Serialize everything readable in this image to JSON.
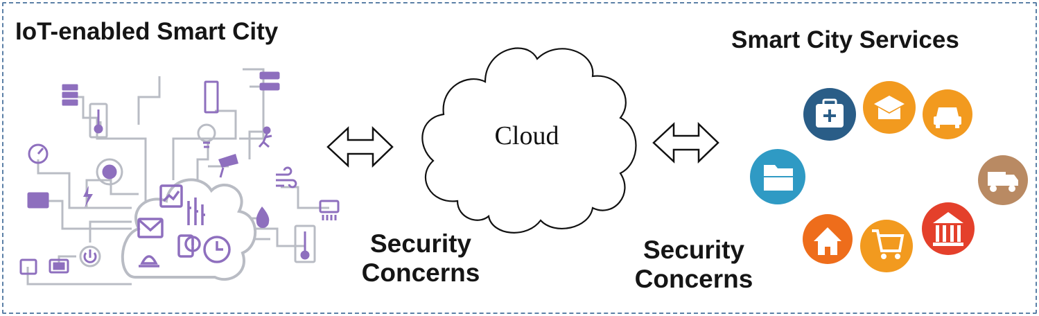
{
  "left_panel": {
    "title": "IoT-enabled Smart City"
  },
  "cloud": {
    "label": "Cloud"
  },
  "right_panel": {
    "title": "Smart City Services"
  },
  "concerns": {
    "left": "Security Concerns",
    "right": "Security Concerns"
  },
  "colors": {
    "iot_icons": "#8e6fbe",
    "wires": "#b9bcc4",
    "frame": "#5b7fa6",
    "service_navy": "#2a5d87",
    "service_teal": "#2f9ac4",
    "service_orange": "#f29a1f",
    "service_deep_orange": "#ee6d1b",
    "service_red": "#e4402b",
    "service_brown": "#b98a63"
  },
  "services": [
    {
      "icon": "file-folder-icon",
      "color": "#2f9ac4"
    },
    {
      "icon": "medical-kit-icon",
      "color": "#2a5d87"
    },
    {
      "icon": "graduation-cap-icon",
      "color": "#f29a1f"
    },
    {
      "icon": "car-icon",
      "color": "#f29a1f"
    },
    {
      "icon": "truck-icon",
      "color": "#b98a63"
    },
    {
      "icon": "home-icon",
      "color": "#ee6d1b"
    },
    {
      "icon": "shopping-cart-icon",
      "color": "#f29a1f"
    },
    {
      "icon": "bank-icon",
      "color": "#e4402b"
    }
  ]
}
